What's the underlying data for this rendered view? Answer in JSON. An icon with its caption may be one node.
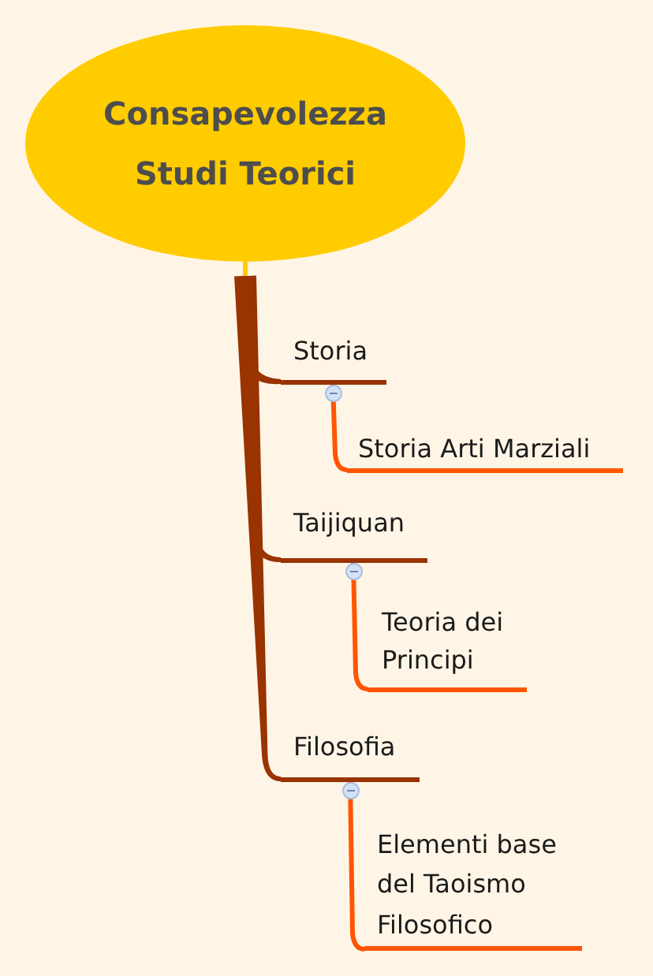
{
  "diagram": {
    "nodes": [
      {
        "text": [
          "Consapevolezza Studi Teorici"
        ]
      },
      {
        "text": [
          "Storia"
        ]
      },
      {
        "text": [
          "Storia Arti Marziali"
        ]
      },
      {
        "text": [
          "Taijiquan"
        ]
      },
      {
        "text": [
          "Teoria dei Principi"
        ]
      },
      {
        "text": [
          "Filosofia"
        ]
      },
      {
        "text": [
          "Elementi base del Taoismo Filosofico"
        ]
      }
    ],
    "edges": [
      {
        "from": 0,
        "to": 1,
        "arrow": "none",
        "style": "thick",
        "color": "#993300"
      },
      {
        "from": 1,
        "to": 2,
        "arrow": "none",
        "color": "#ff5500"
      },
      {
        "from": 0,
        "to": 3,
        "arrow": "none",
        "style": "thick",
        "color": "#993300"
      },
      {
        "from": 3,
        "to": 4,
        "arrow": "none",
        "color": "#ff5500"
      },
      {
        "from": 0,
        "to": 5,
        "arrow": "none",
        "style": "thick",
        "color": "#993300"
      },
      {
        "from": 5,
        "to": 6,
        "arrow": "none",
        "color": "#ff5500"
      }
    ]
  }
}
